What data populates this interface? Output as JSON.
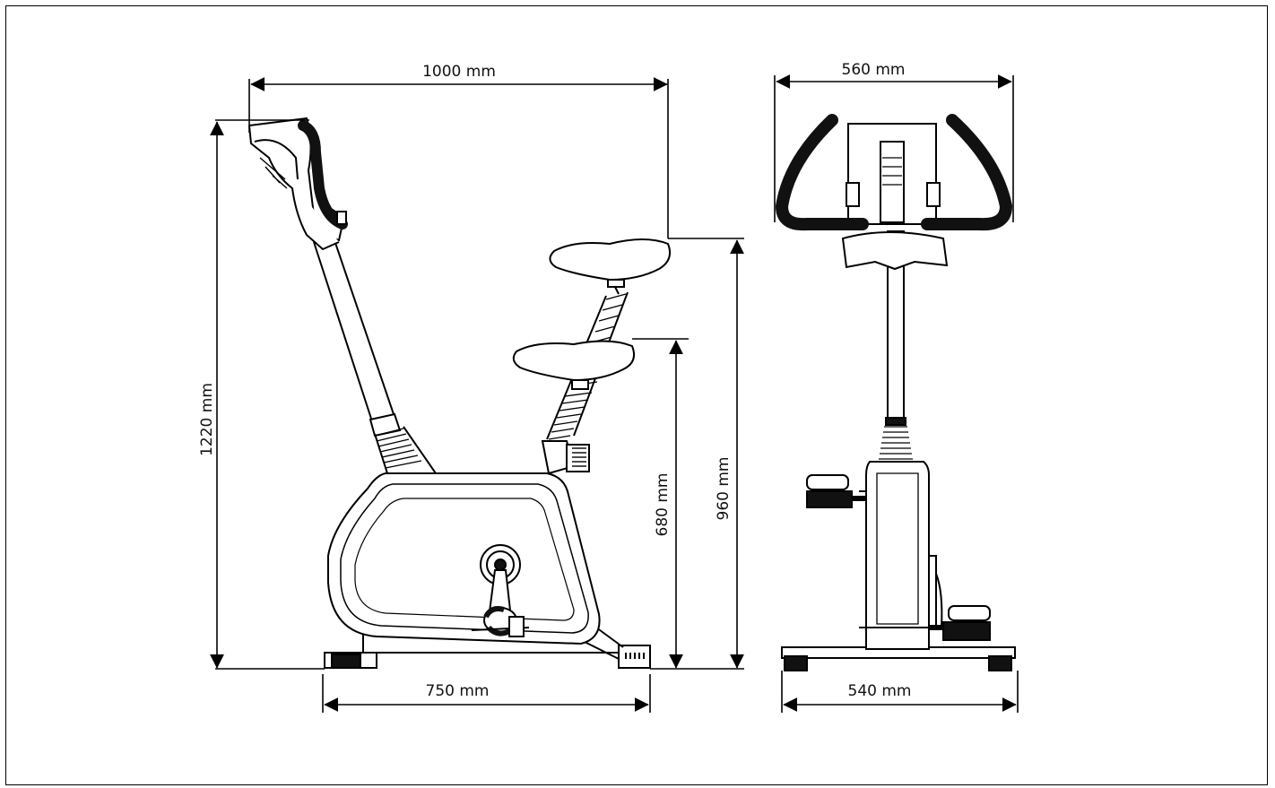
{
  "figure": {
    "views": [
      "side-view",
      "front-view"
    ]
  },
  "dimensions": {
    "overall_length": "1000 mm",
    "overall_height": "1220 mm",
    "base_length": "750 mm",
    "seat_height_max": "960 mm",
    "seat_height_min": "680 mm",
    "handlebar_width": "560 mm",
    "base_width": "540 mm"
  },
  "colors": {
    "line": "#000000",
    "grip": "#111111",
    "background": "#ffffff"
  }
}
